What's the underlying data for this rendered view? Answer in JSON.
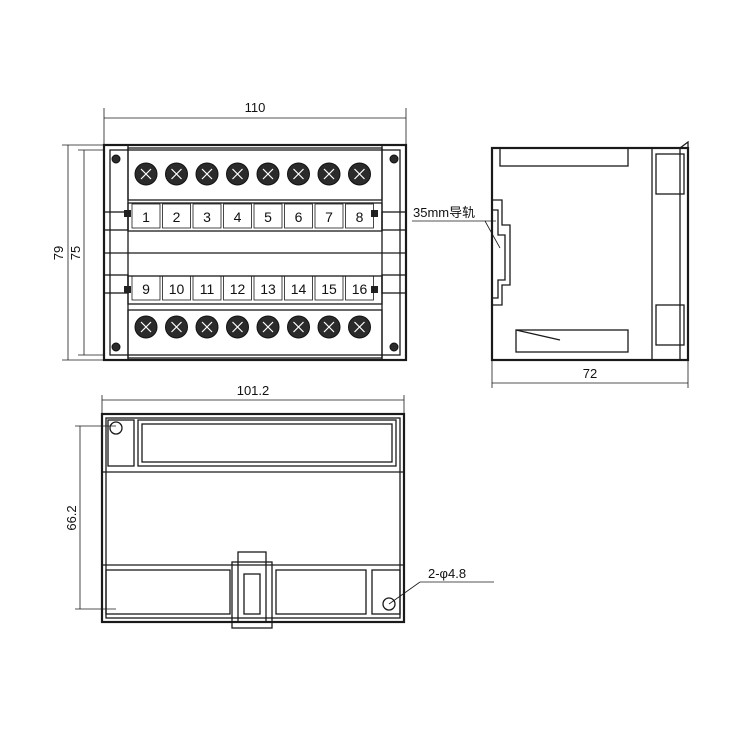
{
  "top_view": {
    "width_dim": "110",
    "outer_height_dim": "79",
    "inner_height_dim": "75",
    "terminals_top": [
      "1",
      "2",
      "3",
      "4",
      "5",
      "6",
      "7",
      "8"
    ],
    "terminals_bottom": [
      "9",
      "10",
      "11",
      "12",
      "13",
      "14",
      "15",
      "16"
    ]
  },
  "side_view": {
    "rail_label": "35mm导轨",
    "depth_dim": "72"
  },
  "bottom_view": {
    "width_dim": "101.2",
    "height_dim": "66.2",
    "hole_label": "2-φ4.8"
  }
}
